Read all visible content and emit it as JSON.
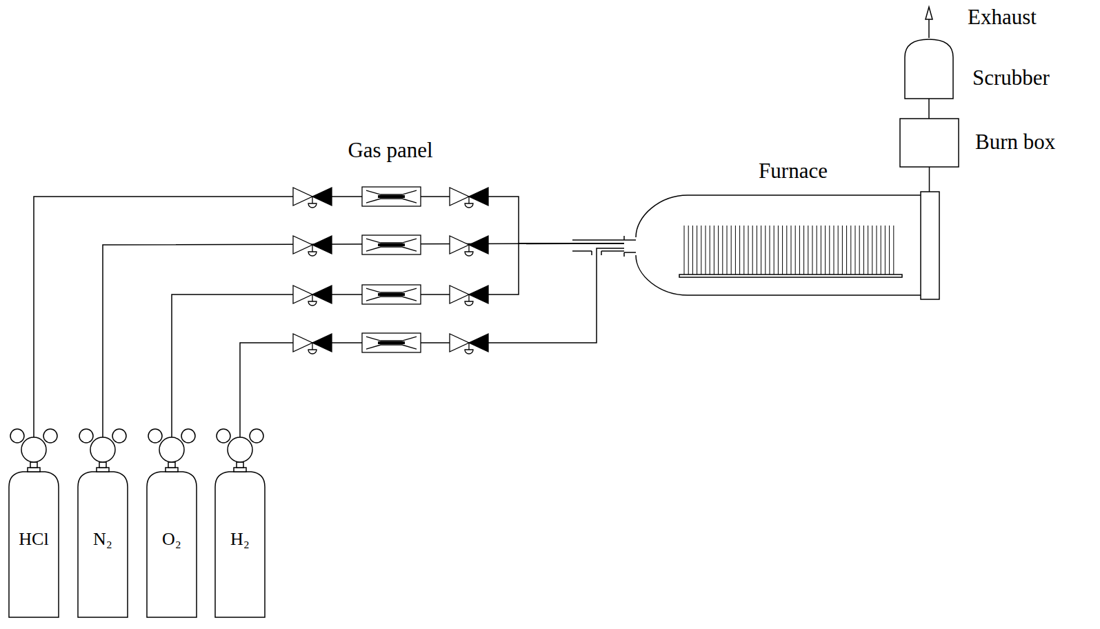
{
  "diagram": {
    "nodes": [
      {
        "text": [
          "HCl"
        ]
      },
      {
        "text": [
          "N₂"
        ]
      },
      {
        "text": [
          "O₂"
        ]
      },
      {
        "text": [
          "H₂"
        ]
      },
      {
        "text": [
          "Furnace"
        ]
      },
      {
        "text": [
          "Burn box"
        ]
      },
      {
        "text": [
          "Scrubber"
        ]
      }
    ],
    "edges": [
      {
        "from": 0,
        "to": 4,
        "arrow": "none"
      },
      {
        "from": 1,
        "to": 4,
        "arrow": "none"
      },
      {
        "from": 2,
        "to": 4,
        "arrow": "none"
      },
      {
        "from": 3,
        "to": 4,
        "arrow": "none"
      },
      {
        "from": 4,
        "to": 5,
        "arrow": "none"
      },
      {
        "from": 5,
        "to": 6,
        "arrow": "none"
      }
    ],
    "labels": [
      "Gas panel",
      "Exhaust"
    ]
  }
}
